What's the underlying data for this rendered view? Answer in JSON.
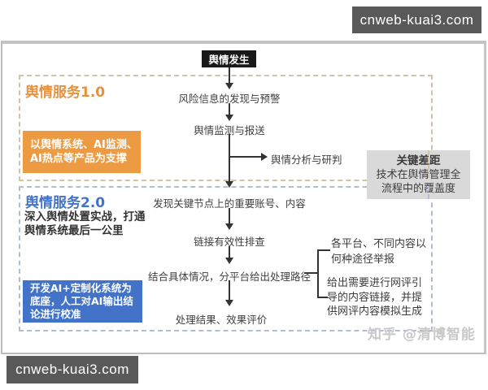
{
  "watermarks": {
    "top_right": "cnweb-kuai3.com",
    "bottom_left": "cnweb-kuai3.com",
    "zhihu": "知乎 @清博智能"
  },
  "flow": {
    "start": "舆情发生",
    "step_risk_warning": "风险信息的发现与预警",
    "step_monitor_report": "舆情监测与报送",
    "branch_analysis": "舆情分析与研判",
    "step_key_accounts": "发现关键节点上的重要账号、内容",
    "step_link_check": "链接有效性排查",
    "step_platform_path": "结合具体情况，分平台给出处理路径",
    "step_result_eval": "处理结果、效果评价",
    "branch_report_lines": [
      "各平台、不同内容以",
      "何种途径举报"
    ],
    "branch_guide_lines": [
      "给出需要进行网评引",
      "导的内容链接，并提",
      "供网评内容模拟生成"
    ]
  },
  "section1": {
    "title": "舆情服务1.0",
    "support_lines": [
      "以舆情系统、AI监测、",
      "AI热点等产品为支撑"
    ]
  },
  "section2": {
    "title": "舆情服务2.0",
    "subtitle_lines": [
      "深入舆情处置实战，打通",
      "舆情系统最后一公里"
    ],
    "support_lines": [
      "开发AI+定制化系统为",
      "底座，人工对AI输出结",
      "论进行校准"
    ]
  },
  "gap_box": {
    "title": "关键差距",
    "lines": [
      "技术在舆情管理全",
      "流程中的覆盖度"
    ]
  },
  "colors": {
    "orange": "#E8913C",
    "blue": "#4273C8",
    "gray_box_bg": "#D9D9D9",
    "start_node_bg": "#191919",
    "watermark_bg": "#595959",
    "dash_tan": "#cfc5a6",
    "dash_blue": "#b3bdd1"
  }
}
